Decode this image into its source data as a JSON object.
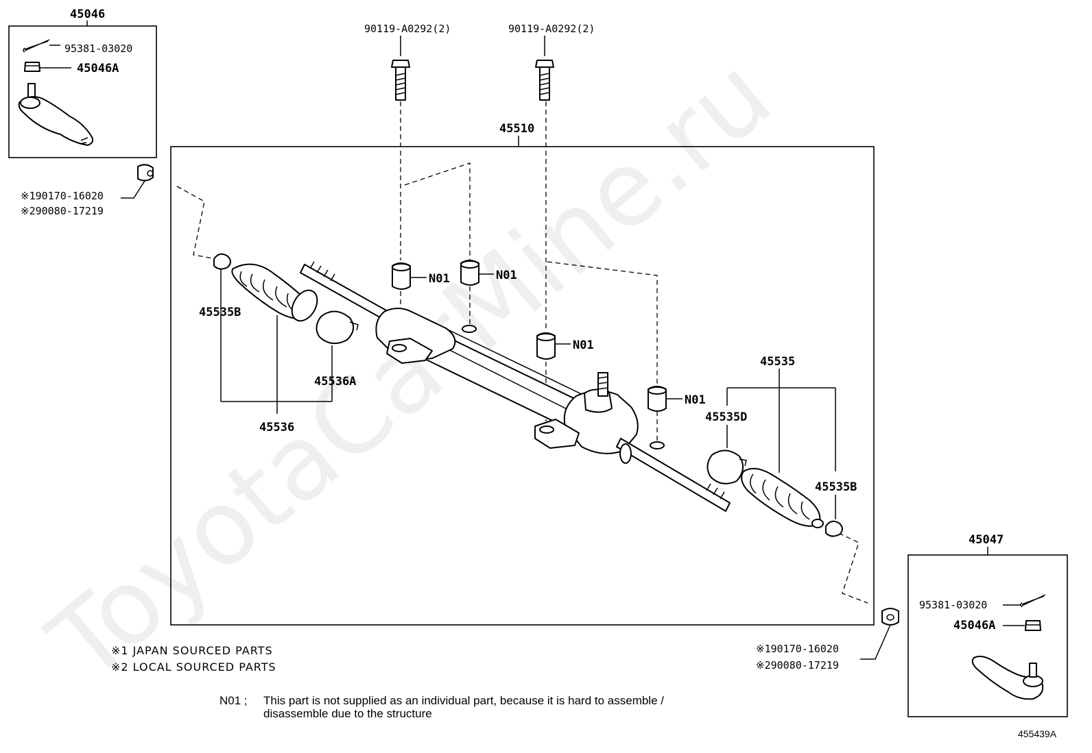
{
  "watermark": "ToyotaCarMine.ru",
  "diagram_code": "455439A",
  "parts": {
    "tie_rod_end_lh": "45046",
    "tie_rod_end_rh": "45047",
    "cotter_pin": "95381-03020",
    "nut_45046a": "45046A",
    "nut_ref_1": "※190170-16020",
    "nut_ref_2": "※290080-17219",
    "bolt": "90119-A0292(2)",
    "gear_assy": "45510",
    "bushing": "N01",
    "boot_clamp": "45535B",
    "boot_band": "45536A",
    "boot_set_lh": "45536",
    "boot_set_rh": "45535",
    "boot_rh": "45535D"
  },
  "legend": {
    "line1": "※1 JAPAN SOURCED PARTS",
    "line2": "※2 LOCAL SOURCED PARTS"
  },
  "note": {
    "label": "N01 ;",
    "line1": "This part is not supplied as an individual part, because it is hard to assemble /",
    "line2": "disassemble due to the structure"
  }
}
